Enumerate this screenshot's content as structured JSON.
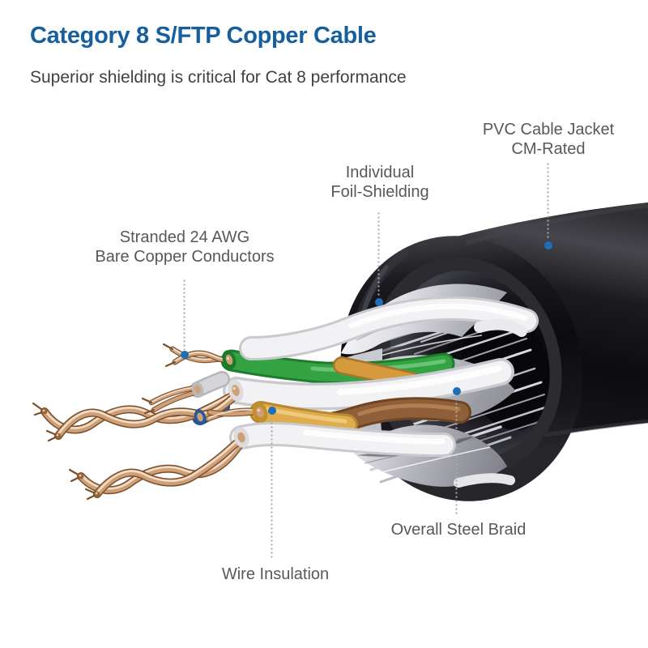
{
  "header": {
    "title": "Category 8 S/FTP Copper Cable",
    "subtitle": "Superior shielding is critical for Cat 8 performance"
  },
  "callouts": {
    "copper": {
      "line1": "Stranded 24 AWG",
      "line2": "Bare Copper Conductors"
    },
    "foil": {
      "line1": "Individual",
      "line2": "Foil-Shielding"
    },
    "jacket": {
      "line1": "PVC Cable Jacket",
      "line2": "CM-Rated"
    },
    "braid": {
      "text": "Overall Steel Braid"
    },
    "insulation": {
      "text": "Wire Insulation"
    }
  },
  "colors": {
    "title_blue": "#155f9f",
    "subtitle_gray": "#414143",
    "label_gray": "#58585b",
    "callout_blue": "#1e6fb7",
    "leader_gray": "#a8a8ac",
    "jacket_black": "#141416",
    "jacket_rim": "#2c2c30",
    "foil_silver": "#d9d9df",
    "braid_silver": "#c3c3cb",
    "wire_white": "#f2f2f4",
    "wire_gray": "#d5d5d9",
    "wire_green": "#33a344",
    "wire_yellow": "#e0ad4c",
    "wire_brown": "#8e5f38",
    "wire_blue": "#2e6db4",
    "wire_orange": "#d69a3e",
    "copper": "#cfa077",
    "copper_dark": "#7a4f2c",
    "copper_light": "#f0ddc8"
  }
}
